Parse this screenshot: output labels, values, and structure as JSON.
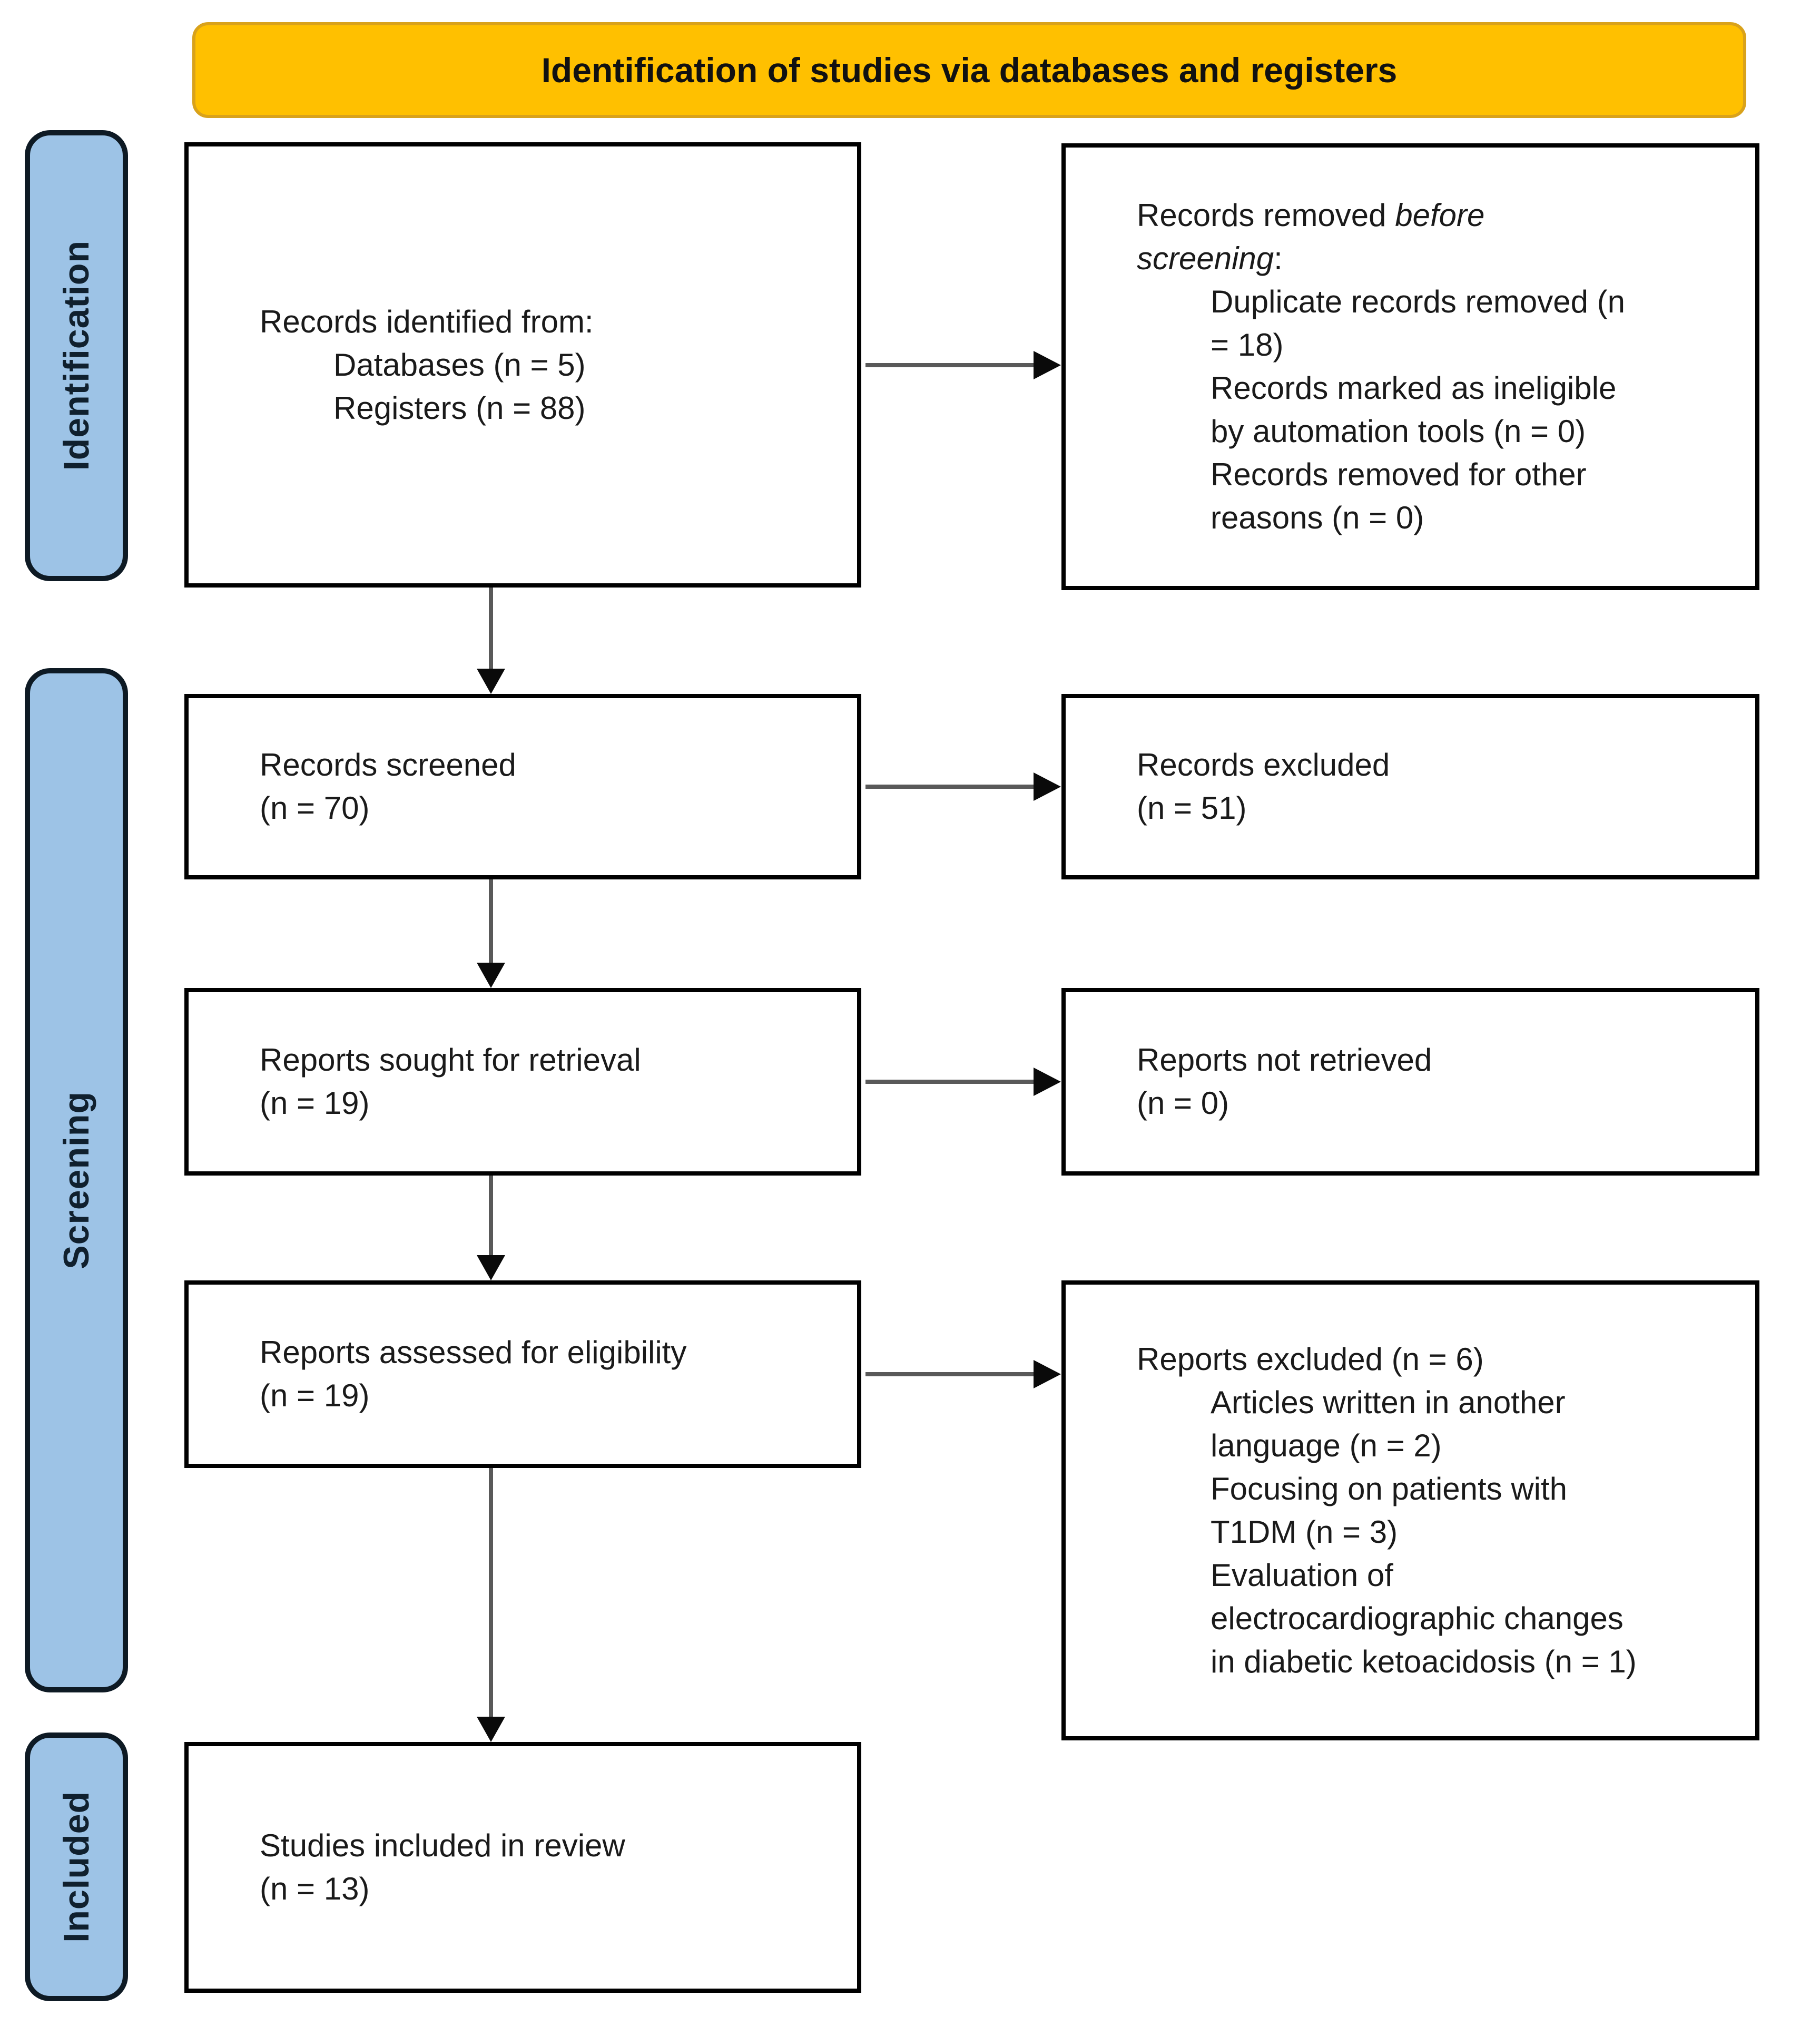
{
  "header": {
    "title": "Identification of studies via databases and registers"
  },
  "sidebar": {
    "stages": [
      "Identification",
      "Screening",
      "Included"
    ]
  },
  "flow": {
    "records_identified": {
      "lines": [
        "Records identified from:",
        "Databases (n = 5)",
        "Registers (n = 88)"
      ]
    },
    "records_removed": {
      "l1_plain": "Records removed ",
      "l1_italic": "before",
      "l2_italic": "screening",
      "l2_plain": ":",
      "items": [
        "Duplicate records removed (n",
        "= 18)",
        "Records marked as ineligible",
        "by automation tools (n = 0)",
        "Records removed for other",
        "reasons (n = 0)"
      ]
    },
    "records_screened": {
      "lines": [
        "Records screened",
        "(n = 70)"
      ]
    },
    "records_excluded": {
      "lines": [
        "Records excluded",
        "(n = 51)"
      ]
    },
    "reports_sought": {
      "lines": [
        "Reports sought for retrieval",
        "(n = 19)"
      ]
    },
    "reports_not_retrieved": {
      "lines": [
        "Reports not retrieved",
        "(n = 0)"
      ]
    },
    "reports_assessed": {
      "lines": [
        "Reports assessed for eligibility",
        "(n = 19)"
      ]
    },
    "reports_excluded": {
      "title": "Reports excluded (n = 6)",
      "items": [
        "Articles written in another",
        "language (n = 2)",
        "Focusing on patients with",
        "T1DM (n = 3)",
        "Evaluation of",
        "electrocardiographic changes",
        "in diabetic ketoacidosis (n = 1)"
      ]
    },
    "studies_included": {
      "lines": [
        "Studies included in review",
        "(n = 13)"
      ]
    }
  },
  "colors": {
    "background": "#ffffff",
    "header_fill": "#FFC000",
    "header_border": "#D9A21B",
    "stage_fill": "#9DC3E6",
    "stage_border": "#0E1A24",
    "stage_text": "#10202E",
    "box_border": "#000000",
    "box_text": "#1A1A1A",
    "arrow_line": "#595959",
    "arrow_head": "#0A0A0A"
  }
}
